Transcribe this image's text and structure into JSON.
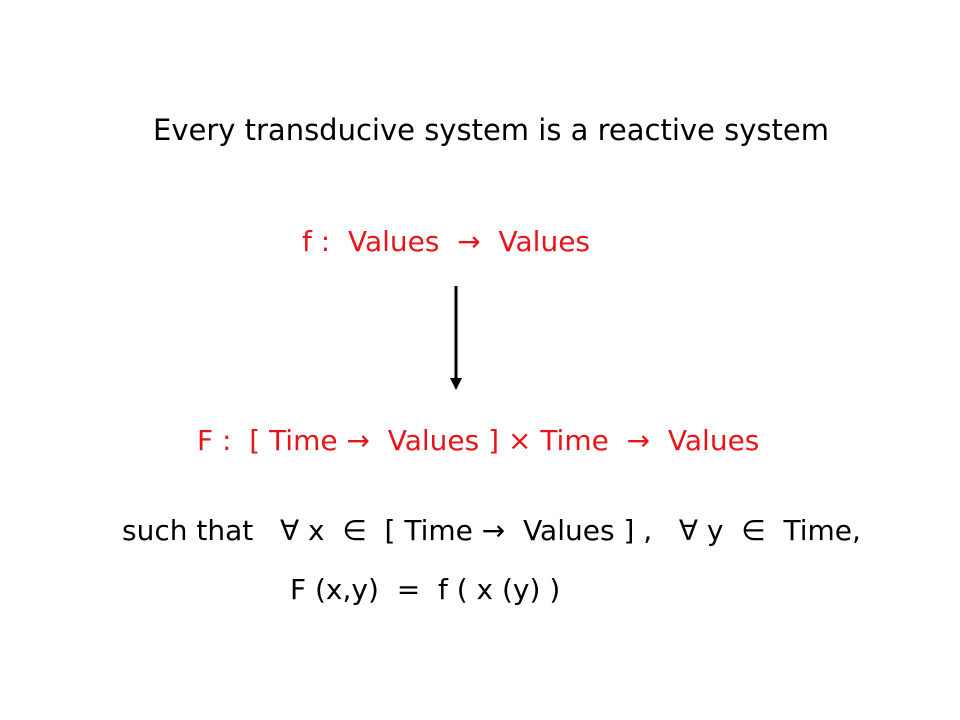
{
  "slide": {
    "title": "Every transducive system is a reactive system",
    "function_def": "f :  Values  →  Values",
    "lifted_def": "F :  [ Time →  Values ] × Time  →  Values",
    "condition": "such that   ∀ x  ∈  [ Time →  Values ] ,   ∀ y  ∈  Time,",
    "equation": "F (x,y)  =  f ( x (y) )"
  },
  "colors": {
    "text": "#000000",
    "highlight": "#e8141a",
    "background": "#ffffff"
  },
  "icons": {
    "mapping_arrow": "down-arrow-icon"
  }
}
